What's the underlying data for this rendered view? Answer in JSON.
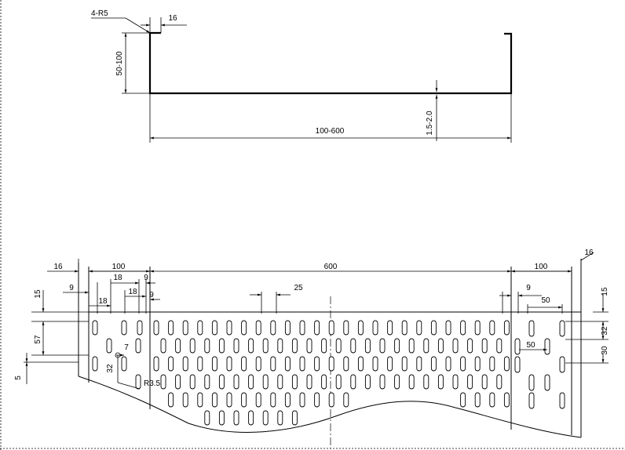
{
  "section_view": {
    "corner_radius_label": "4-R5",
    "lip_width_label": "16",
    "side_height_label": "50-100",
    "width_label": "100-600",
    "thickness_label": "1.5-2.0"
  },
  "plan_view": {
    "top_dims": [
      "16",
      "100",
      "600",
      "100",
      "16"
    ],
    "left_pitch_dims": [
      "9",
      "18",
      "9",
      "18",
      "18",
      "9"
    ],
    "right_pitch_dims": [
      "9",
      "50",
      "50"
    ],
    "slot_pitch_label": "25",
    "left_vertical_dims": [
      "15",
      "57",
      "5"
    ],
    "detail_dims": [
      "7",
      "32",
      "R3.5"
    ],
    "right_vertical_dims": [
      "15",
      "32",
      "30"
    ]
  }
}
